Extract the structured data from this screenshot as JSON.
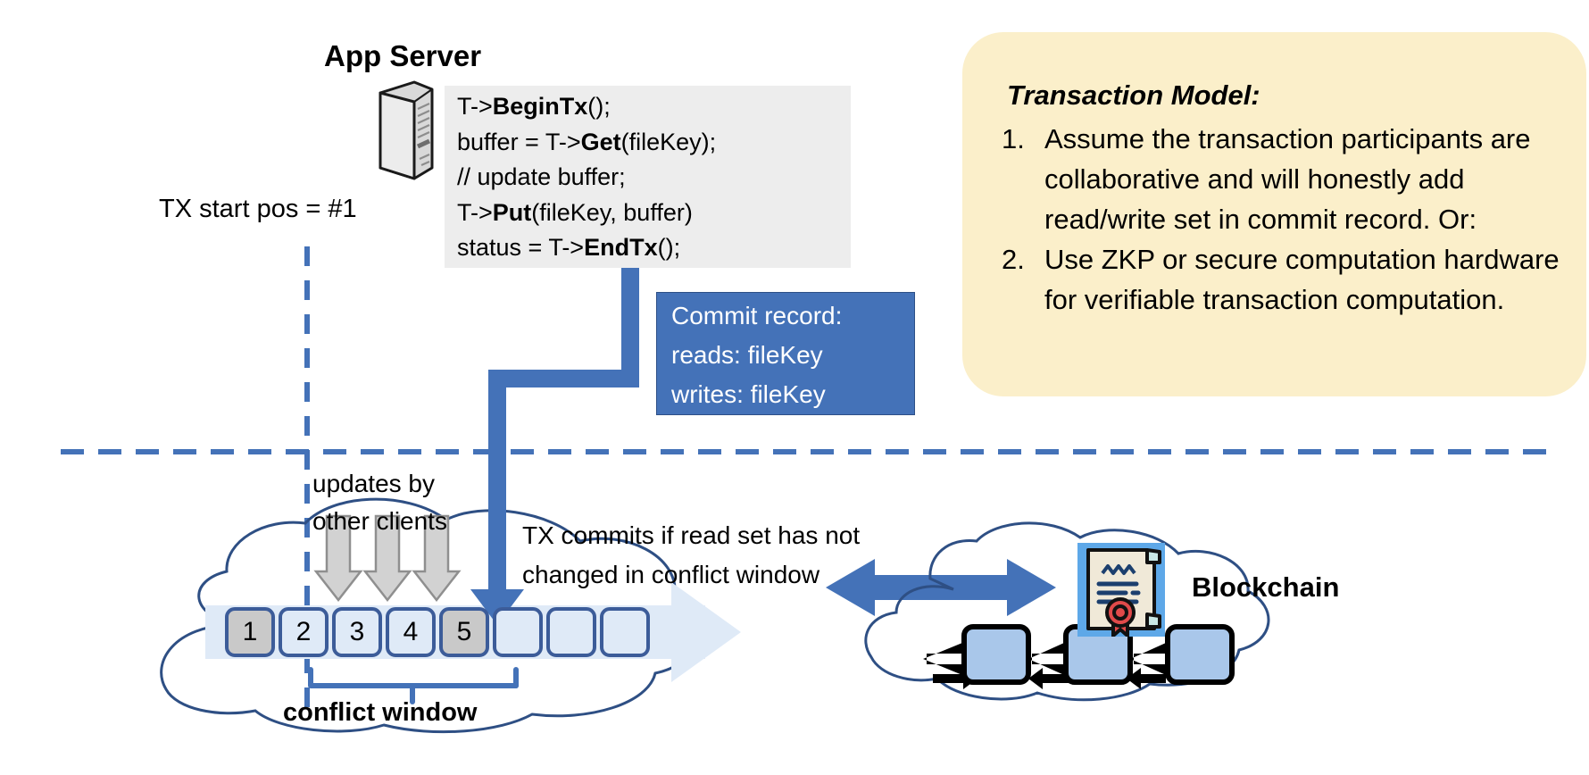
{
  "diagram": {
    "title_app_server": "App Server",
    "tx_start_pos_label": "TX start pos = #1",
    "updates_label_line1": "updates by",
    "updates_label_line2": "other clients",
    "tx_commit_note_line1": "TX commits if read set has not",
    "tx_commit_note_line2": "changed in conflict window",
    "conflict_window_label": "conflict window",
    "blockchain_label": "Blockchain"
  },
  "code": {
    "lines": [
      {
        "pre": "T->",
        "bold": "BeginTx",
        "post": "();"
      },
      {
        "pre": "buffer = T->",
        "bold": "Get",
        "post": "(fileKey);"
      },
      {
        "pre": "// update buffer;",
        "bold": "",
        "post": ""
      },
      {
        "pre": "T->",
        "bold": "Put",
        "post": "(fileKey, buffer)"
      },
      {
        "pre": "status = T->",
        "bold": "EndTx",
        "post": "();"
      }
    ]
  },
  "commit_record": {
    "lines": [
      "Commit record:",
      "reads: fileKey",
      "writes: fileKey"
    ]
  },
  "transaction_model": {
    "title": "Transaction Model:",
    "items": [
      {
        "number": "1.",
        "text": "Assume the transaction participants are collaborative and will honestly add read/write set in commit record.  Or:"
      },
      {
        "number": "2.",
        "text": "Use ZKP or secure computation hardware for verifiable transaction computation."
      }
    ]
  },
  "ledger": {
    "cells": [
      {
        "label": "1",
        "state": "filled"
      },
      {
        "label": "2",
        "state": "empty"
      },
      {
        "label": "3",
        "state": "empty"
      },
      {
        "label": "4",
        "state": "empty"
      },
      {
        "label": "5",
        "state": "filled"
      },
      {
        "label": "",
        "state": "empty"
      },
      {
        "label": "",
        "state": "empty"
      },
      {
        "label": "",
        "state": "empty"
      }
    ]
  },
  "colors": {
    "accent_blue": "#4472b8",
    "dark_blue_outline": "#3c5c99",
    "cloud_outline": "#2e4f84",
    "callout_yellow": "#fbefca",
    "code_panel_gray": "#ededed",
    "cell_fill_light": "#dfeaf7",
    "cell_fill_gray": "#c9c9c9",
    "arrow_gray": "#d2d2d2",
    "seal_red": "#d93b3b",
    "cert_badge_blue": "#5ea8e8"
  },
  "icons": {
    "server": "server-tower-icon",
    "certificate": "certificate-icon",
    "update_arrows": "down-arrow-icon",
    "commit_arrow": "commit-arrow-icon",
    "sync_arrow": "bidirectional-arrow-icon",
    "chain_links": "chain-link-arrow-icon"
  }
}
